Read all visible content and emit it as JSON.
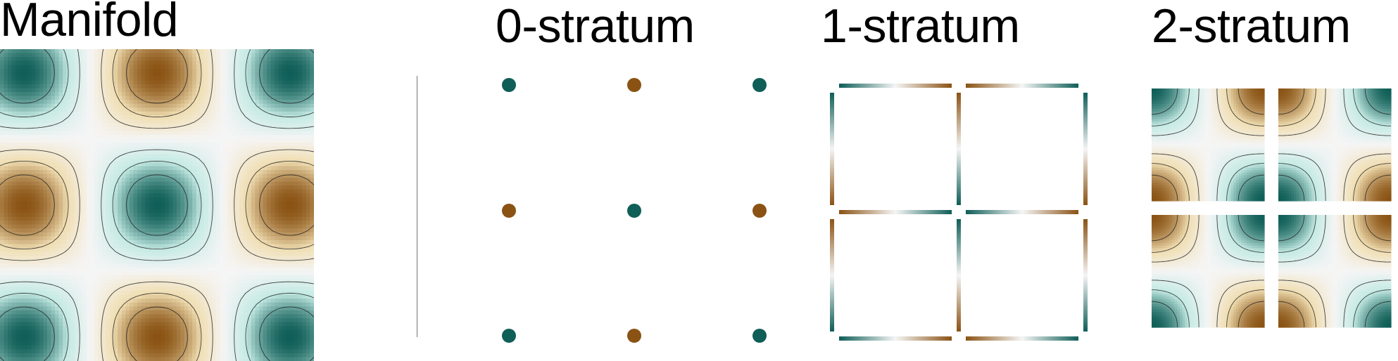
{
  "titles": {
    "manifold": "Manifold",
    "zero_stratum": "0-stratum",
    "one_stratum": "1-stratum",
    "two_stratum": "2-stratum"
  },
  "colors": {
    "teal": "#0f5e57",
    "brown": "#8a5314",
    "neutral": "#f5f5f5",
    "contour": "#222222",
    "divider": "#777777"
  },
  "zero_stratum": {
    "grid": [
      [
        "teal",
        "brown",
        "teal"
      ],
      [
        "brown",
        "teal",
        "brown"
      ],
      [
        "teal",
        "brown",
        "teal"
      ]
    ]
  },
  "one_stratum": {
    "rows": 2,
    "cols": 2
  },
  "two_stratum": {
    "rows": 2,
    "cols": 2
  },
  "field": {
    "function": "cos(x)*cos(y)",
    "sign": "positive=teal, negative=brown",
    "contour_levels": [
      -0.75,
      -0.5,
      -0.25,
      0.25,
      0.5,
      0.75
    ]
  }
}
